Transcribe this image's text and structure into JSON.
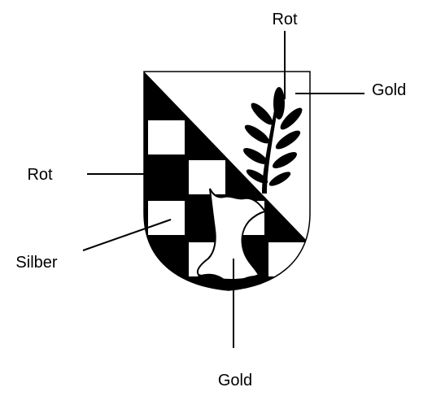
{
  "labels": {
    "top": "Rot",
    "right": "Gold",
    "left": "Rot",
    "lower_left": "Silber",
    "bottom": "Gold"
  },
  "colors": {
    "ink": "#000000",
    "paper": "#ffffff"
  }
}
